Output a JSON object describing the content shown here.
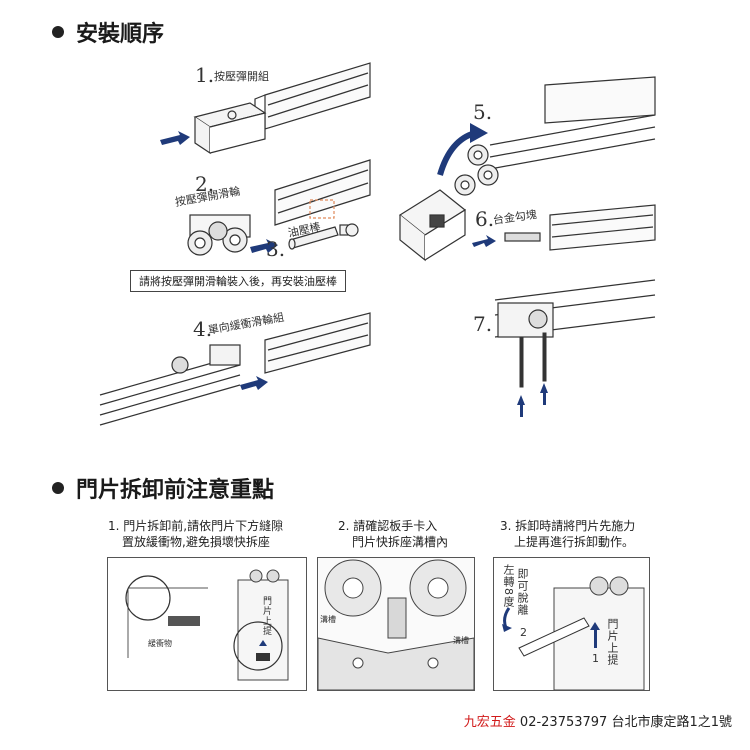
{
  "section1": {
    "title": "安裝順序",
    "steps": [
      {
        "num": "1.",
        "label": "按壓彈開組"
      },
      {
        "num": "2.",
        "label": "按壓彈開滑輪"
      },
      {
        "num": "3.",
        "label": "油壓棒"
      },
      {
        "num": "4.",
        "label": "單向緩衝滑輪組"
      },
      {
        "num": "5.",
        "label": ""
      },
      {
        "num": "6.",
        "label": "台金勾塊"
      },
      {
        "num": "7.",
        "label": ""
      }
    ],
    "note": "請將按壓彈開滑輪裝入後，再安裝油壓棒"
  },
  "section2": {
    "title": "門片拆卸前注意重點",
    "notes": [
      {
        "line1": "1. 門片拆卸前,請依門片下方縫隙",
        "line2": "置放緩衝物,避免損壞快拆座"
      },
      {
        "line1": "2. 請確認板手卡入",
        "line2": "門片快拆座溝槽內"
      },
      {
        "line1": "3. 拆卸時請將門片先施力",
        "line2": "上提再進行拆卸動作。"
      }
    ],
    "panel1": {
      "cushion_label": "緩衝物",
      "door_up": "門片上提"
    },
    "panel2": {
      "groove_left": "溝槽",
      "groove_right": "溝槽"
    },
    "panel3": {
      "rotate_label": "左轉8度",
      "detach_label": "即可脫離",
      "num2": "2",
      "door_up": "門片上提",
      "num1": "1"
    }
  },
  "footer": {
    "brand": "九宏五金",
    "info": "02-23753797  台北市康定路1之1號"
  },
  "colors": {
    "arrow": "#1f3a7a",
    "accent_red": "#d11a1a",
    "line": "#333333"
  }
}
